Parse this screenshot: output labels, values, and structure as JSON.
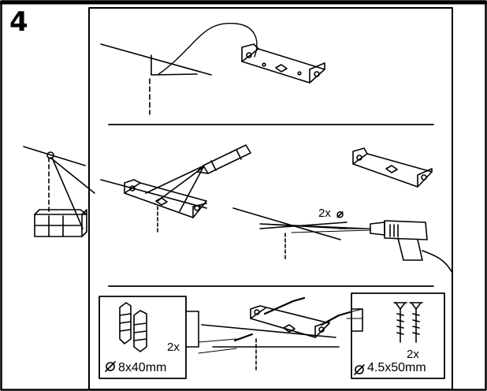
{
  "step": {
    "number": "4"
  },
  "drill_panel": {
    "qty_label": "2x"
  },
  "anchor_box": {
    "qty_label": "2x",
    "size_label": "8x40mm",
    "size_prefix_icon": "diameter-icon"
  },
  "screw_box": {
    "qty_label": "2x",
    "size_label": "4.5x50mm",
    "size_prefix_icon": "diameter-icon"
  },
  "mounting_qty": {
    "qty_label": "2x"
  }
}
